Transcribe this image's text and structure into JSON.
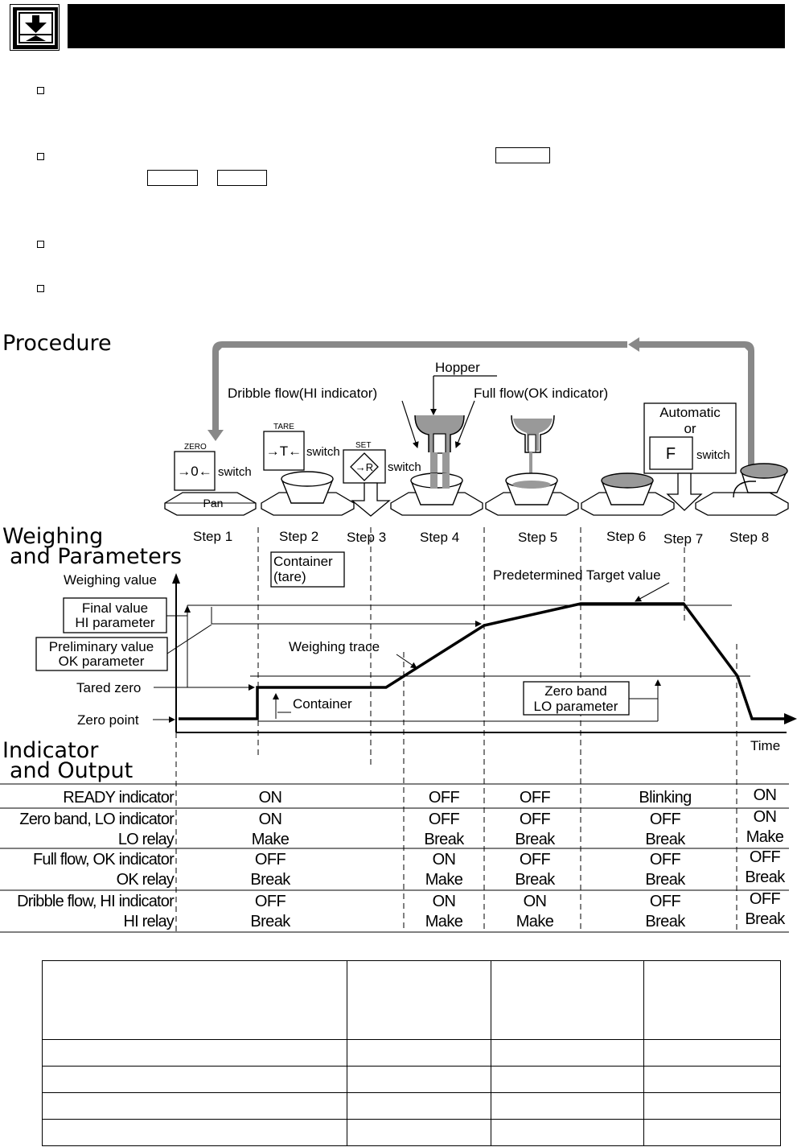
{
  "header": {
    "icon": "scale-arrow-down-icon"
  },
  "sections": {
    "procedure": "Procedure",
    "weighing_line1": "Weighing",
    "weighing_line2": "and Parameters",
    "indicator_line1": "Indicator",
    "indicator_line2": "and Output"
  },
  "procedure": {
    "top_labels": {
      "hopper": "Hopper",
      "dribble": "Dribble flow(HI indicator)",
      "full": "Full flow(OK indicator)",
      "automatic": "Automatic",
      "or": "or",
      "f_key": "F",
      "switch": "switch"
    },
    "keys": {
      "zero_caption": "ZERO",
      "zero_symbol": "→0←",
      "tare_caption": "TARE",
      "tare_symbol": "→T←",
      "set_caption": "SET",
      "set_symbol": "→R"
    },
    "pan_label": "Pan",
    "steps": [
      "Step 1",
      "Step 2",
      "Step 3",
      "Step 4",
      "Step 5",
      "Step 6",
      "Step 7",
      "Step 8"
    ]
  },
  "graph": {
    "y_axis_label": "Weighing value",
    "x_axis_label": "Time",
    "final_value_line1": "Final value",
    "final_value_line2": "HI parameter",
    "prelim_line1": "Preliminary value",
    "prelim_line2": "OK parameter",
    "tared_zero": "Tared zero",
    "zero_point": "Zero point",
    "container_tare_line1": "Container",
    "container_tare_line2": "(tare)",
    "target": "Predetermined Target value",
    "trace": "Weighing trace",
    "container": "Container",
    "zero_band_line1": "Zero band",
    "zero_band_line2": "LO parameter"
  },
  "io_table": {
    "rows": [
      {
        "labels": [
          "READY indicator"
        ],
        "cells": [
          [
            "ON"
          ],
          [
            "OFF"
          ],
          [
            "OFF"
          ],
          [
            "Blinking"
          ],
          [
            "ON"
          ]
        ]
      },
      {
        "labels": [
          "Zero band, LO indicator",
          "LO relay"
        ],
        "cells": [
          [
            "ON",
            "Make"
          ],
          [
            "OFF",
            "Break"
          ],
          [
            "OFF",
            "Break"
          ],
          [
            "OFF",
            "Break"
          ],
          [
            "ON",
            "Make"
          ]
        ]
      },
      {
        "labels": [
          "Full flow, OK indicator",
          "OK relay"
        ],
        "cells": [
          [
            "OFF",
            "Break"
          ],
          [
            "ON",
            "Make"
          ],
          [
            "OFF",
            "Break"
          ],
          [
            "OFF",
            "Break"
          ],
          [
            "OFF",
            "Break"
          ]
        ]
      },
      {
        "labels": [
          "Dribble flow, HI indicator",
          "HI relay"
        ],
        "cells": [
          [
            "OFF",
            "Break"
          ],
          [
            "ON",
            "Make"
          ],
          [
            "ON",
            "Make"
          ],
          [
            "OFF",
            "Break"
          ],
          [
            "OFF",
            "Break"
          ]
        ]
      }
    ]
  }
}
